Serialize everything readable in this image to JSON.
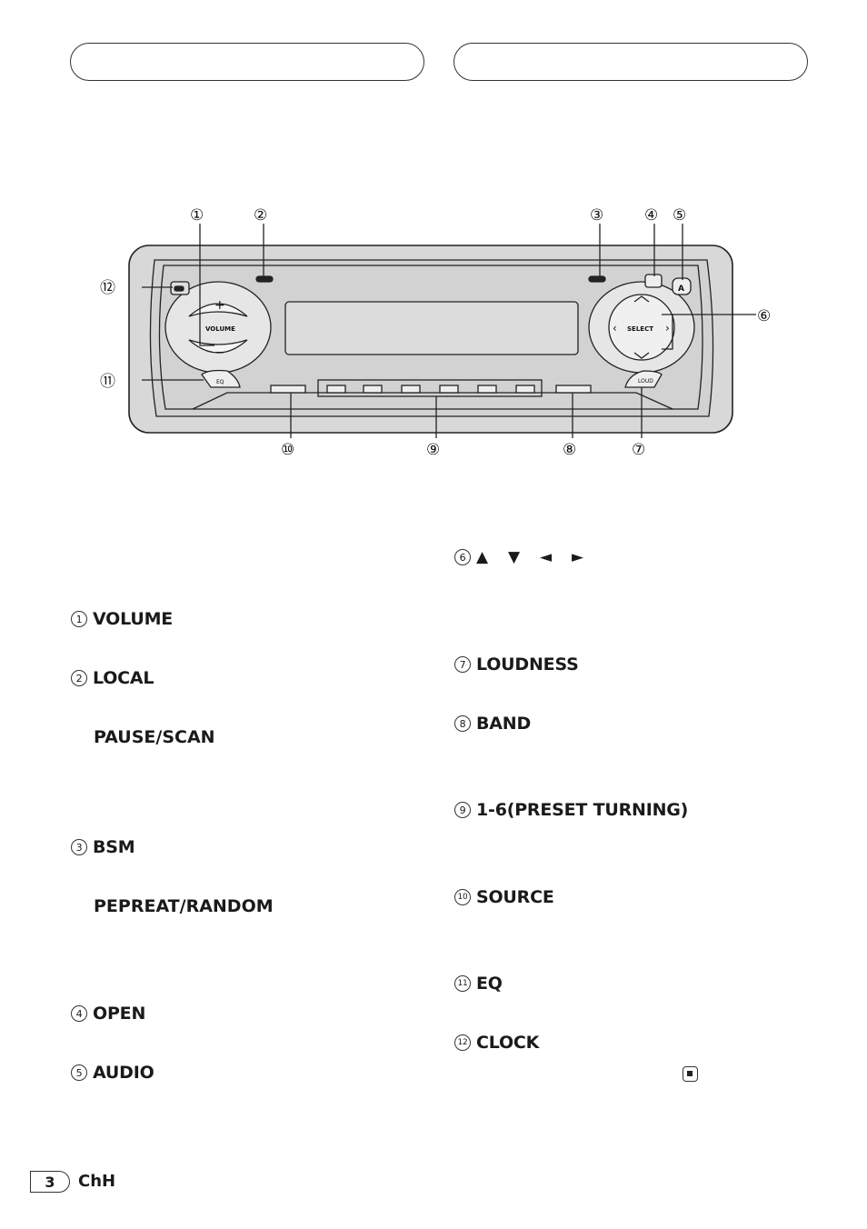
{
  "diagram": {
    "panel_labels": {
      "volume": "VOLUME",
      "select": "SELECT",
      "eq": "EQ",
      "loud": "LOUD",
      "audio_btn": "A"
    },
    "callouts": [
      "①",
      "②",
      "③",
      "④",
      "⑤",
      "⑥",
      "⑦",
      "⑧",
      "⑨",
      "⑩",
      "⑪",
      "⑫"
    ]
  },
  "items": {
    "i1": {
      "num": "1",
      "label": "VOLUME"
    },
    "i2": {
      "num": "2",
      "label": "LOCAL",
      "sub": "PAUSE/SCAN"
    },
    "i3": {
      "num": "3",
      "label": "BSM",
      "sub": "PEPREAT/RANDOM"
    },
    "i4": {
      "num": "4",
      "label": "OPEN"
    },
    "i5": {
      "num": "5",
      "label": "AUDIO"
    },
    "i6": {
      "num": "6",
      "label": "▲ ▼ ◄ ►"
    },
    "i7": {
      "num": "7",
      "label": "LOUDNESS"
    },
    "i8": {
      "num": "8",
      "label": "BAND"
    },
    "i9": {
      "num": "9",
      "label": "1-6(PRESET TURNING)"
    },
    "i10": {
      "num": "10",
      "label": "SOURCE"
    },
    "i11": {
      "num": "11",
      "label": "EQ"
    },
    "i12": {
      "num": "12",
      "label": "CLOCK"
    }
  },
  "footer": {
    "page": "3",
    "lang": "ChH"
  }
}
